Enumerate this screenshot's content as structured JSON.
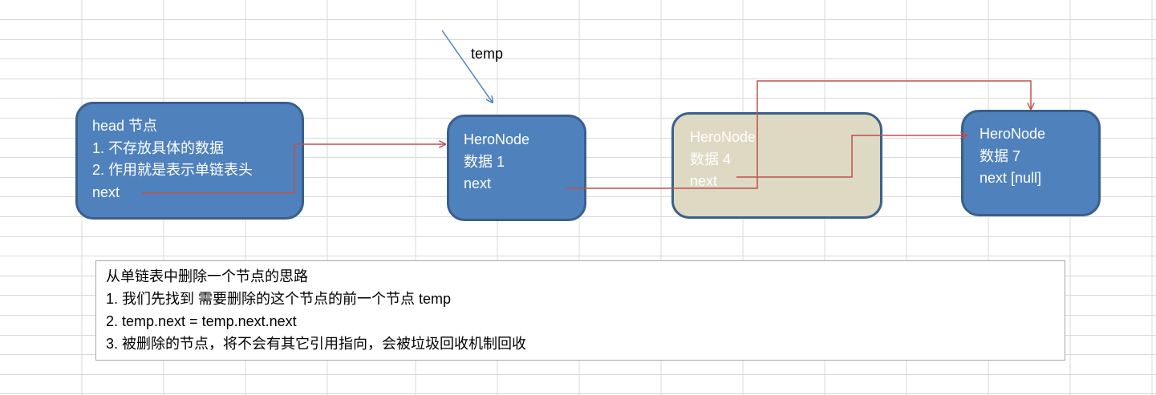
{
  "pointer_label": "temp",
  "nodes": {
    "head": {
      "line1": "head 节点",
      "line2": "1. 不存放具体的数据",
      "line3": "2. 作用就是表示单链表头",
      "line4": "next"
    },
    "node1": {
      "line1": "HeroNode",
      "line2": "数据 1",
      "line3": "next"
    },
    "node4": {
      "line1": "HeroNode",
      "line2": "数据 4",
      "line3": "next"
    },
    "node7": {
      "line1": "HeroNode",
      "line2": "数据 7",
      "line3": "next [null]"
    }
  },
  "notes": {
    "title": "从单链表中删除一个节点的思路",
    "step1": "1.  我们先找到 需要删除的这个节点的前一个节点 temp",
    "step2": "2.  temp.next = temp.next.next",
    "step3": "3. 被删除的节点，将不会有其它引用指向，会被垃圾回收机制回收"
  },
  "colors": {
    "node_fill": "#4f81bd",
    "node_border": "#3a5f8b",
    "removed_node_fill": "#ddd9c3",
    "link_arrow": "#c0504d",
    "pointer_arrow": "#4f81bd",
    "grid_line": "#d9d9d9"
  }
}
